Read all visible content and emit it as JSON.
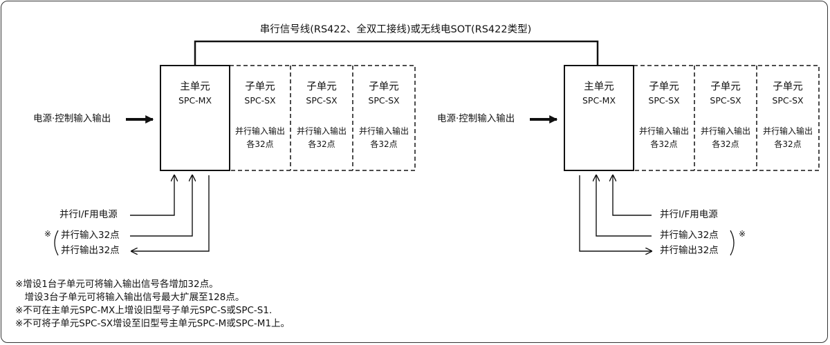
{
  "title": "串行信号线(RS422、全双工接线)或无线电SOT(RS422类型)",
  "main_unit": {
    "name": "主单元",
    "model": "SPC-MX"
  },
  "sub_unit": {
    "name": "子单元",
    "model": "SPC-SX",
    "io1": "并行输入输出",
    "io2": "各32点"
  },
  "power_io_label": "电源·控制输入输出",
  "parallel_power_label": "并行I/F用电源",
  "parallel_input_label": "并行输入32点",
  "parallel_output_label": "并行输出32点",
  "asterisk": "※",
  "notes": [
    "※增设1台子单元可将输入输出信号各增加32点。",
    "　增设3台子单元可将输入输出信号最大扩展至128点。",
    "※不可在主单元SPC-MX上增设旧型号子单元SPC-S或SPC-S1.",
    "※不可将子单元SPC-SX增设至旧型号主单元SPC-M或SPC-M1上。"
  ]
}
